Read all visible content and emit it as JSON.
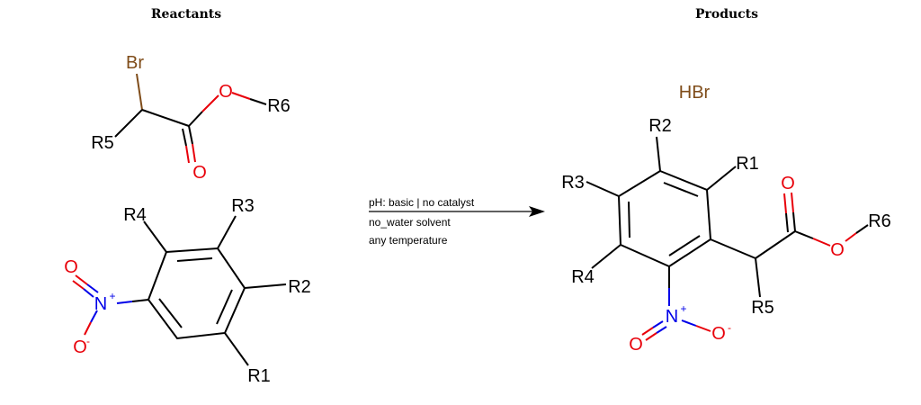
{
  "headers": {
    "reactants": "Reactants",
    "products": "Products"
  },
  "conditions": {
    "line1": "pH: basic | no catalyst",
    "line2": "no_water solvent",
    "line3": "any temperature"
  },
  "reactant1": {
    "br": "Br",
    "r5": "R5",
    "o_ester": "O",
    "o_carbonyl": "O",
    "r6": "R6"
  },
  "reactant2": {
    "r4": "R4",
    "r3": "R3",
    "r2": "R2",
    "r1": "R1",
    "n": "N",
    "n_charge": "+",
    "o_top": "O",
    "o_bottom": "O",
    "o_charge": "-"
  },
  "products": {
    "hbr": "HBr",
    "r2": "R2",
    "r1": "R1",
    "r3": "R3",
    "r4": "R4",
    "r5": "R5",
    "r6": "R6",
    "o_carbonyl": "O",
    "o_ester": "O",
    "n": "N",
    "n_charge": "+",
    "o_left": "O",
    "o_right": "O",
    "o_charge": "-"
  },
  "colors": {
    "bond": "#000000",
    "oxygen": "#e8000a",
    "nitrogen": "#0000e8",
    "bromine": "#7f4c19"
  }
}
